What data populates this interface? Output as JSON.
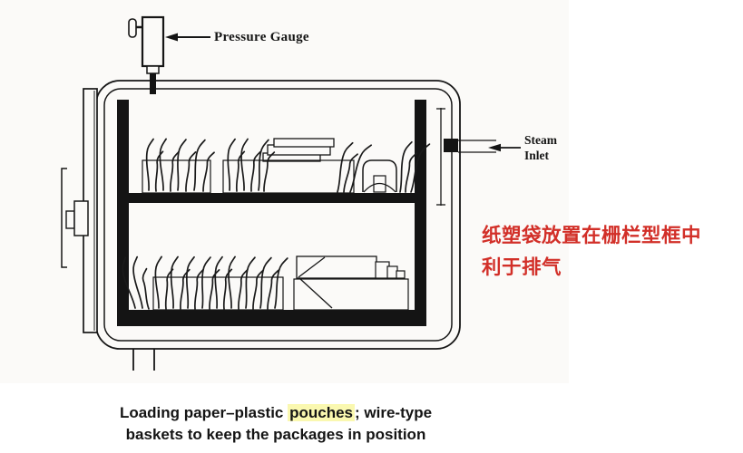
{
  "figure": {
    "labels": {
      "pressure_gauge": "Pressure Gauge",
      "steam": "Steam",
      "inlet": "Inlet"
    },
    "annotation": {
      "line1": "纸塑袋放置在栅栏型框中",
      "line2": "利于排气",
      "color": "#d22f28"
    },
    "caption": {
      "part1": "Loading paper–plastic ",
      "highlight": "pouches",
      "part2": "; wire-type",
      "line2": "baskets to keep the packages in position",
      "highlight_color": "#faf8b0"
    }
  }
}
